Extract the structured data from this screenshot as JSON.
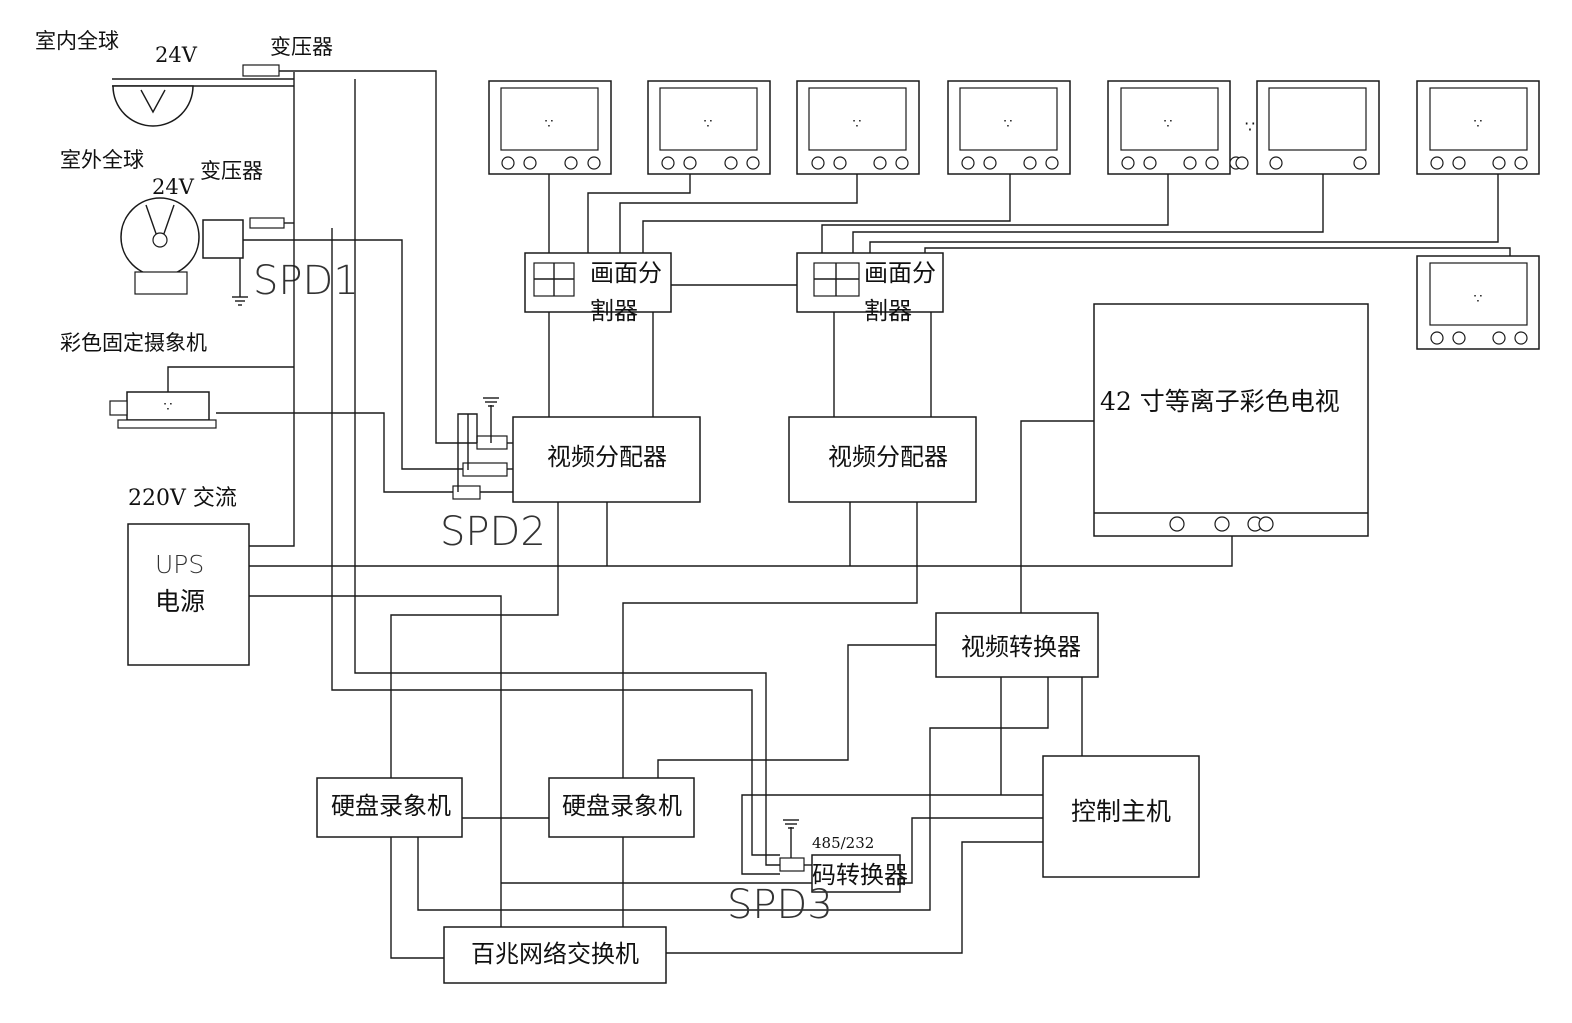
{
  "labels": {
    "indoor_dome": "室内全球",
    "outdoor_dome": "室外全球",
    "v24_indoor": "24V",
    "v24_outdoor": "24V",
    "transformer_1": "变压器",
    "transformer_2": "变压器",
    "spd1": "SPD1",
    "spd2": "SPD2",
    "spd3": "SPD3",
    "fixed_camera": "彩色固定摄象机",
    "ac220": "220V 交流",
    "ups_line1": "UPS",
    "ups_line2": "电源",
    "splitter_line1": "画面分",
    "splitter_line2": "割器",
    "video_distributor": "视频分配器",
    "plasma_tv": "42 寸等离子彩色电视",
    "video_converter": "视频转换器",
    "control_host": "控制主机",
    "dvr": "硬盘录象机",
    "network_switch": "百兆网络交换机",
    "code_converter_top": "485/232",
    "code_converter_bottom": "码转换器",
    "ellipsis": "∵"
  },
  "colors": {
    "line": "#1a1a1a",
    "background": "#ffffff"
  }
}
